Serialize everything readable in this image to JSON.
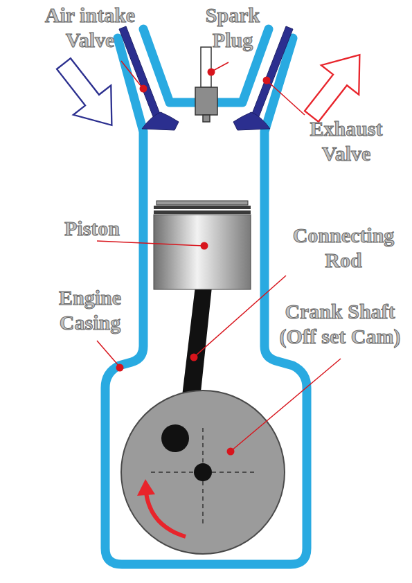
{
  "diagram": {
    "labels": [
      "Air intake Valve",
      "Spark Plug",
      "Exhaust Valve",
      "Piston",
      "Connecting Rod",
      "Engine Casing",
      "Crank Shaft (Off set Cam)"
    ]
  }
}
